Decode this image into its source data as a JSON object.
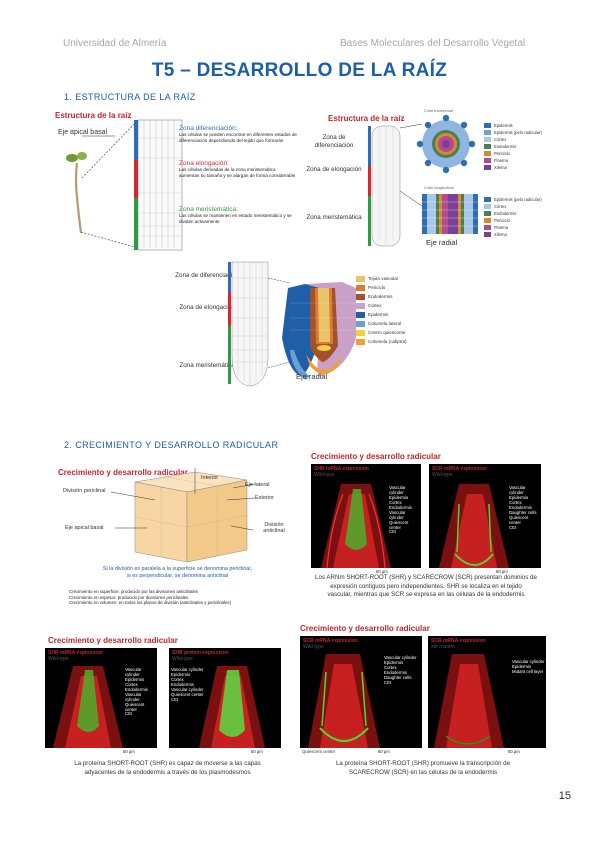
{
  "header": {
    "left": "Universidad de Almería",
    "right": "Bases Moleculares del Desarrollo Vegetal"
  },
  "title": "T5 – DESARROLLO DE LA RAÍZ",
  "page_number": "15",
  "section1": {
    "heading": "1.  ESTRUCTURA DE LA RAÍZ",
    "fig_a": {
      "title": "Estructura de la raíz",
      "axis_label": "Eje apical basal",
      "zones": [
        {
          "name": "Zona diferenciación:",
          "desc": "Las células se pueden encontrar en diferentes estados de diferenciación dependiendo del tejido que formarán"
        },
        {
          "name": "Zona elongación:",
          "desc": "Las células derivadas de la zona meristemática aumentan su tamaño y se alargan de forma considerable"
        },
        {
          "name": "Zona meristemática:",
          "desc": "Las células se mantienen en estado meristemático y se dividen activamente"
        }
      ]
    },
    "fig_b": {
      "title": "Estructura de la raíz",
      "zones": [
        "Zona de diferenciación",
        "Zona de elongación",
        "Zona meristemática"
      ],
      "cross_title": "Corte transversal",
      "cross_legend": [
        {
          "label": "Epidermis",
          "color": "#2f6fb0"
        },
        {
          "label": "Epidermis (pelo radicular)",
          "color": "#6fa0d6"
        },
        {
          "label": "Córtex",
          "color": "#a9c8e8"
        },
        {
          "label": "Endodermis",
          "color": "#4a7f55"
        },
        {
          "label": "Periciclo",
          "color": "#d58a2d"
        },
        {
          "label": "Floema",
          "color": "#b14b8f"
        },
        {
          "label": "Xilema",
          "color": "#7c3f98"
        }
      ],
      "long_title": "Corte longitudinal",
      "long_legend": [
        {
          "label": "Epidermis (pelo radicular)",
          "color": "#2f6fb0"
        },
        {
          "label": "Córtex",
          "color": "#a9c8e8"
        },
        {
          "label": "Endodermis",
          "color": "#4a7f55"
        },
        {
          "label": "Periciclo",
          "color": "#d58a2d"
        },
        {
          "label": "Floema",
          "color": "#b14b8f"
        },
        {
          "label": "Xilema",
          "color": "#7c3f98"
        }
      ],
      "axis": "Eje radial"
    },
    "fig_c": {
      "zones": [
        "Zona de diferenciación",
        "Zona de elongación",
        "Zona meristemática"
      ],
      "legend": [
        {
          "label": "Tejido vascular",
          "color": "#e9c46a"
        },
        {
          "label": "Periciclo",
          "color": "#e07a2f"
        },
        {
          "label": "Endodermis",
          "color": "#a0522d"
        },
        {
          "label": "Córtex",
          "color": "#c9a0c8"
        },
        {
          "label": "Epidermis",
          "color": "#1f5fa8"
        },
        {
          "label": "Columela lateral",
          "color": "#6aa0d8"
        },
        {
          "label": "Centro quiescente",
          "color": "#f4d03f"
        },
        {
          "label": "Columela (caliptra)",
          "color": "#f0a030"
        }
      ],
      "axis": "Eje radial"
    }
  },
  "section2": {
    "heading": "2.  CRECIMIENTO Y DESARROLLO RADICULAR",
    "fig_a": {
      "title": "Crecimiento y desarrollo radicular",
      "labels": {
        "interior": "Interior",
        "lateral": "Eje lateral",
        "exterior": "Exterior",
        "periclinal": "División periclinal",
        "axis": "Eje apical basal",
        "anticlinal": "División anticlinal"
      },
      "caption": [
        "Si la división es paralela a la superficie se denomina periclinal,",
        "si es perpendicular, se denomina anticlinal"
      ],
      "notes": [
        "Crecimiento en superficie: producido por las divisiones anticlinales",
        "Crecimiento en espesor: producido por divisiones periclinales",
        "Crecimiento en volumen: en todos los planos de división (anticlinales y periclinales)"
      ]
    },
    "fig_b": {
      "title": "Crecimiento y desarrollo radicular",
      "panels": [
        {
          "title": "SHR mRNA expression",
          "sub": "Wild-type",
          "labels": [
            "Vascular cylinder",
            "Epidermis",
            "Cortex",
            "Endodermis",
            "Vascular cylinder",
            "Quiescent center",
            "CEI"
          ]
        },
        {
          "title": "SCR mRNA expression",
          "sub": "Wild-type",
          "labels": [
            "Vascular cylinder",
            "Epidermis",
            "Cortex",
            "Endodermis",
            "Daughter cells",
            "Quiescent center",
            "CEI"
          ]
        }
      ],
      "scale": "50 μm",
      "caption": [
        "Los ARNm SHORT-ROOT (SHR) y SCARECROW (SCR) presentan dominios de",
        "expresión contiguos pero independientes. SHR se localiza en el tejido",
        "vascular, mientras que SCR se expresa en las células de la endodermis"
      ]
    },
    "fig_c": {
      "title": "Crecimiento y desarrollo radicular",
      "panels": [
        {
          "title": "SHR mRNA expression",
          "sub": "Wild-type",
          "labels": [
            "Vascular cylinder",
            "Epidermis",
            "Cortex",
            "Endodermis",
            "Vascular cylinder",
            "Quiescent center",
            "CEI"
          ]
        },
        {
          "title": "SHR protein expression",
          "sub": "Wild-type",
          "labels": [
            "Vascular cylinder",
            "Epidermis",
            "Cortex",
            "Endodermis",
            "Vascular cylinder",
            "Quiescent center",
            "CEI"
          ]
        }
      ],
      "scale": "50 μm",
      "caption": [
        "La proteína SHORT-ROOT (SHR) es capaz de moverse a las capas",
        "adyacentes de la endodermis a través de los plasmodesmos"
      ]
    },
    "fig_d": {
      "title": "Crecimiento y desarrollo radicular",
      "panels": [
        {
          "title": "SCR mRNA expression",
          "sub": "Wild-type",
          "labels": [
            "Vascular cylinder",
            "Epidermis",
            "Cortex",
            "Endodermis",
            "Daughter cells",
            "CEI"
          ],
          "bottom": "Quiescent center"
        },
        {
          "title": "SCR mRNA expression",
          "sub": "shr mutant",
          "labels": [
            "Vascular cylinder",
            "Epidermis",
            "Mutant cell layer"
          ]
        }
      ],
      "scale": "50 μm",
      "caption": [
        "La proteína SHORT-ROOT (SHR) promueve la transcripción de",
        "SCARECROW (SCR) en las células de la endodermis"
      ]
    }
  }
}
